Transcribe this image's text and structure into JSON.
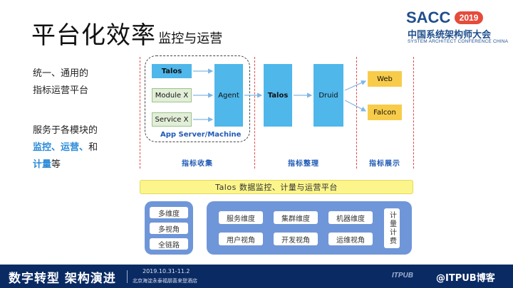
{
  "slide": {
    "title": "平台化效率",
    "subtitle": "- 监控与运营"
  },
  "logo": {
    "name": "SACC",
    "year": "2019",
    "cn": "中国系统架构师大会",
    "en": "SYSTEM ARCHITECT CONFERENCE CHINA"
  },
  "left": {
    "line1": "统一、通用的",
    "line2": "指标运营平台",
    "line3": "服务于各模块的",
    "hl1": "监控",
    "sep1": "、",
    "hl2": "运营",
    "sep2": "、",
    "and": "和",
    "hl3": "计量",
    "tail": "等"
  },
  "diagram": {
    "talos_src": "Talos",
    "module_x": "Module X",
    "service_x": "Service X",
    "agent": "Agent",
    "app_server": "App Server/Machine",
    "talos_mid": "Talos",
    "druid": "Druid",
    "web": "Web",
    "falcon": "Falcon",
    "cap_collect": "指标收集",
    "cap_organize": "指标整理",
    "cap_display": "指标展示"
  },
  "platform": {
    "banner": "Talos 数据监控、计量与运营平台",
    "left_items": [
      "多维度",
      "多视角",
      "全链路"
    ],
    "grid": [
      "服务维度",
      "集群维度",
      "机器维度",
      "用户视角",
      "开发视角",
      "运维视角"
    ],
    "side": "计量计费"
  },
  "footer": {
    "slogan": "数字转型 架构演进",
    "date": "2019.10.31-11.2",
    "venue": "北京海淀永泰福朋喜来登酒店",
    "brand1": "ITPUB",
    "brand2": "@ITPUB博客"
  },
  "colors": {
    "accent_blue": "#4fb7ea",
    "highlight": "#2a8ad8",
    "panel": "#6f96d8",
    "yellow": "#f8cc4a",
    "footer": "#0a2a63"
  }
}
